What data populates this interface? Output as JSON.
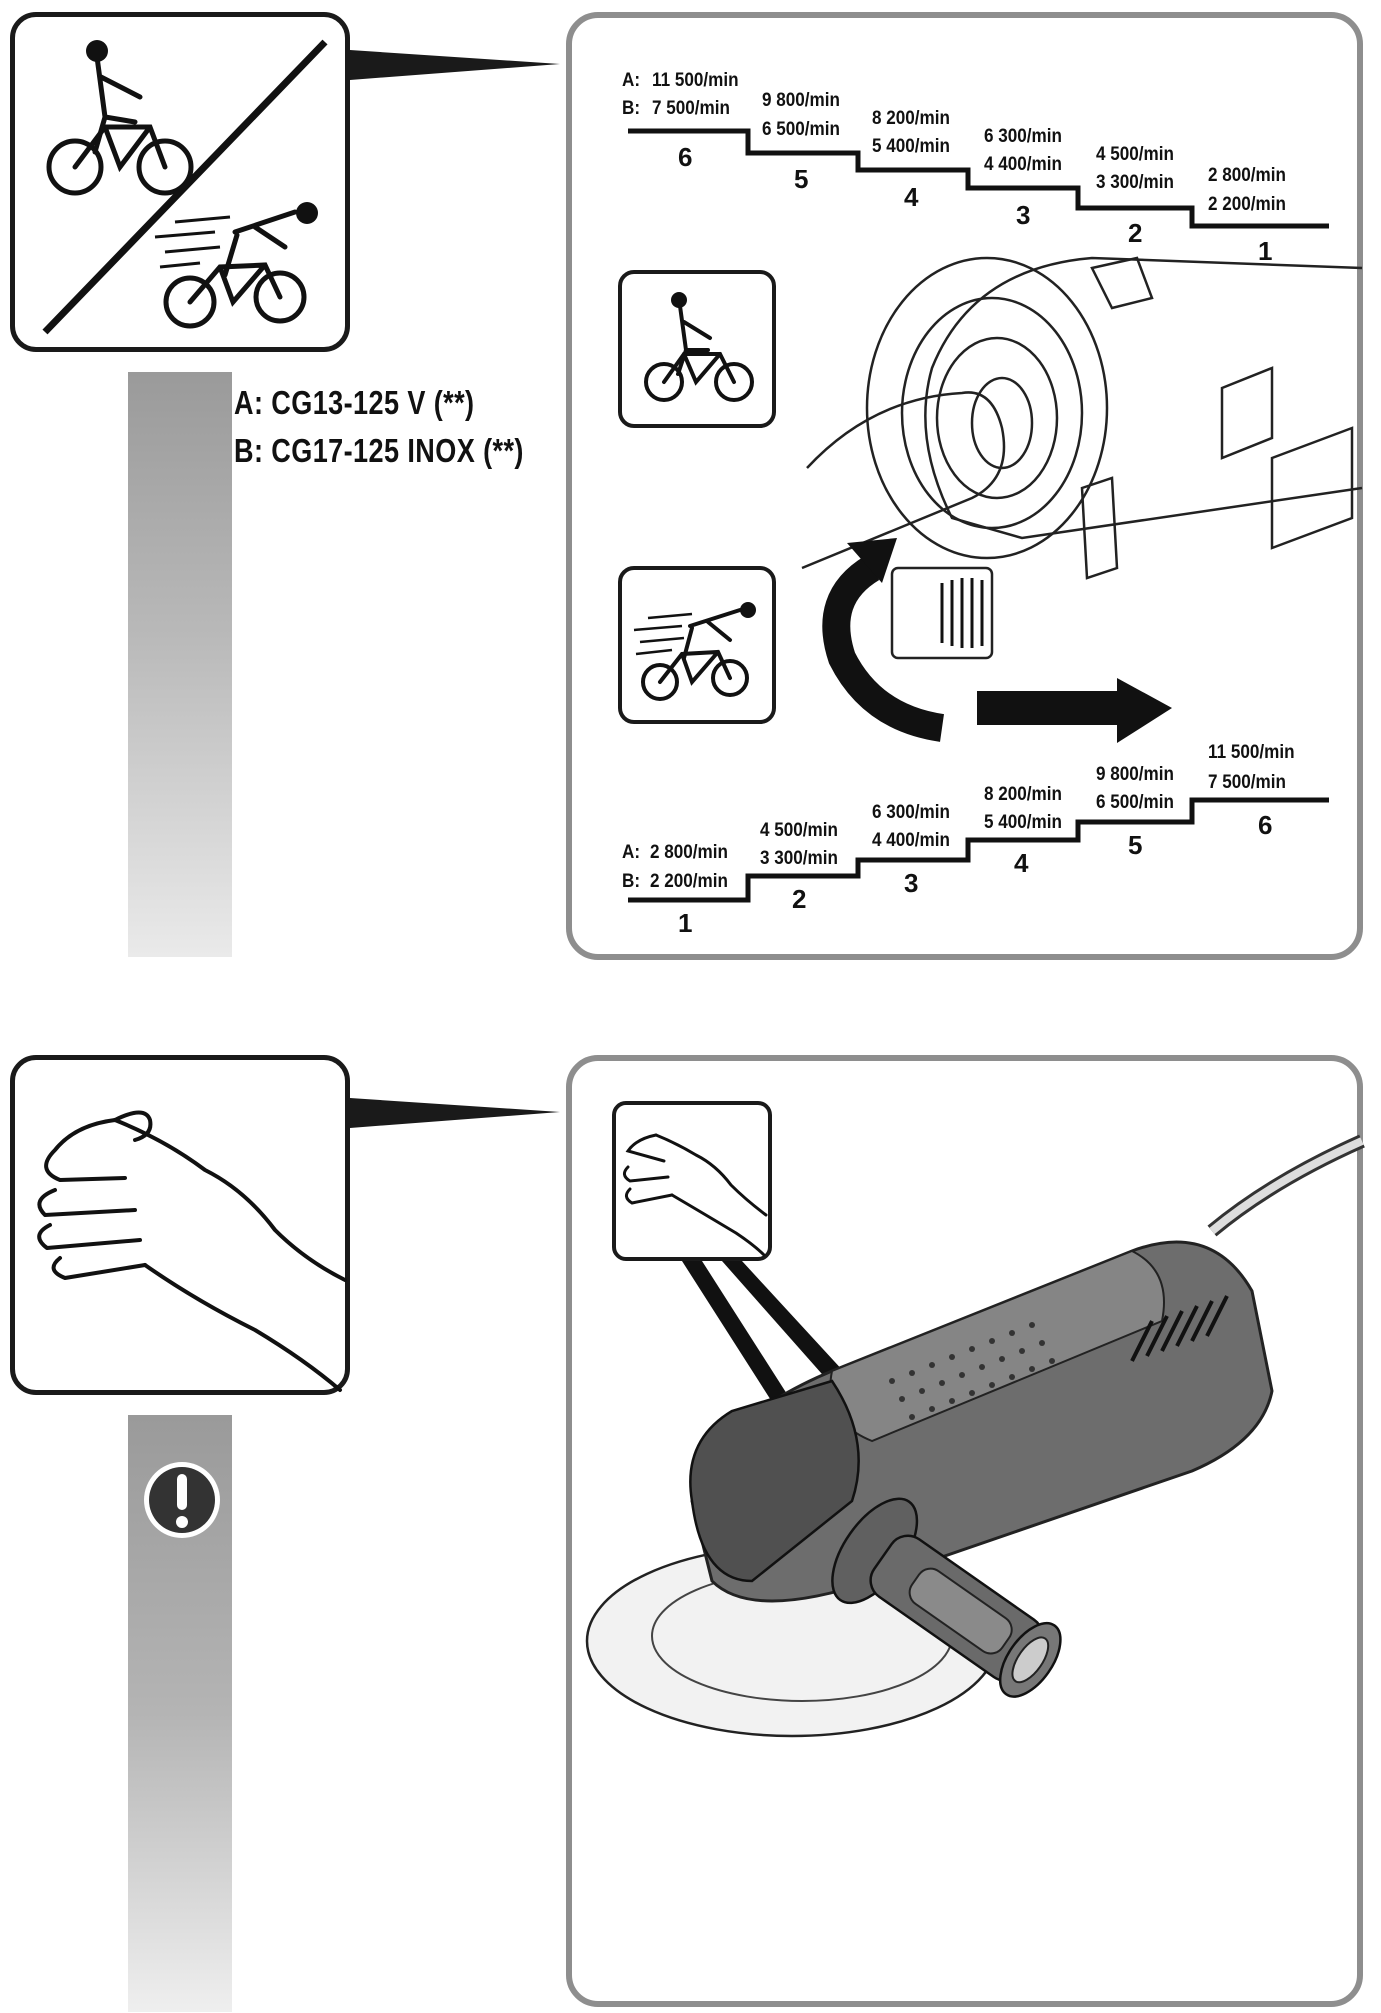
{
  "models": {
    "line_a": "A: CG13-125 V (**)",
    "line_b": "B: CG17-125 INOX (**)"
  },
  "top_speed_scale": {
    "prefix_a": "A:",
    "prefix_b": "B:",
    "steps": [
      {
        "step": "6",
        "a": "11 500/min",
        "b": "7 500/min"
      },
      {
        "step": "5",
        "a": "9 800/min",
        "b": "6 500/min"
      },
      {
        "step": "4",
        "a": "8 200/min",
        "b": "5 400/min"
      },
      {
        "step": "3",
        "a": "6 300/min",
        "b": "4 400/min"
      },
      {
        "step": "2",
        "a": "4 500/min",
        "b": "3 300/min"
      },
      {
        "step": "1",
        "a": "2 800/min",
        "b": "2 200/min"
      }
    ]
  },
  "bottom_speed_scale": {
    "prefix_a": "A:",
    "prefix_b": "B:",
    "steps": [
      {
        "step": "1",
        "a": "2 800/min",
        "b": "2 200/min"
      },
      {
        "step": "2",
        "a": "4 500/min",
        "b": "3 300/min"
      },
      {
        "step": "3",
        "a": "6 300/min",
        "b": "4 400/min"
      },
      {
        "step": "4",
        "a": "8 200/min",
        "b": "5 400/min"
      },
      {
        "step": "5",
        "a": "9 800/min",
        "b": "6 500/min"
      },
      {
        "step": "6",
        "a": "11 500/min",
        "b": "7 500/min"
      }
    ]
  },
  "icons": {
    "speed_icon": "slow-fast-cyclist-icon",
    "slow_icon": "slow-cyclist-icon",
    "fast_icon": "fast-cyclist-icon",
    "hand_icon": "hand-icon",
    "warning_icon": "exclamation-icon",
    "grinder": "angle-grinder-illustration"
  }
}
